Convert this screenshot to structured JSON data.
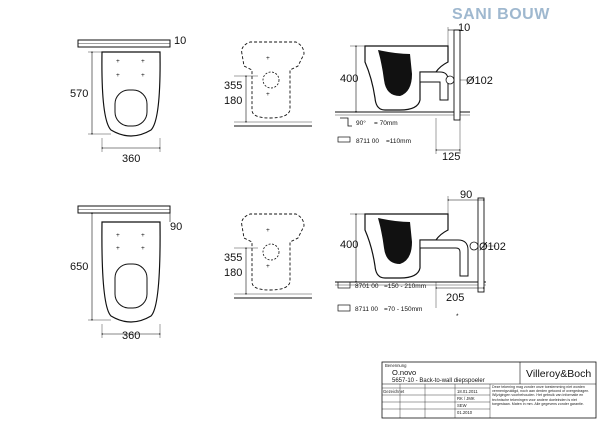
{
  "logo": {
    "text": "SANI BOUW",
    "color": "#9fb8cf"
  },
  "top_row": {
    "front_width": "360",
    "front_height": "570",
    "front_top_gap": "10",
    "side_height_1": "355",
    "side_height_2": "180",
    "section_height": "400",
    "section_top_gap": "10",
    "pipe_diameter": "Ø102",
    "section_depth": "125",
    "angle_label": "90°",
    "angle_value": "=      70mm",
    "part_code": "8711 00",
    "part_value": "=110mm"
  },
  "bottom_row": {
    "front_width": "360",
    "front_height": "650",
    "front_top_gap": "90",
    "side_height_1": "355",
    "side_height_2": "180",
    "section_height": "400",
    "section_top_gap": "90",
    "pipe_diameter": "Ø102",
    "section_depth": "205",
    "part_code_1": "8701 00",
    "part_value_1": "=150 - 210mm",
    "part_code_2": "8711 00",
    "part_value_2": "=70 -  150mm",
    "asterisk": "*"
  },
  "title_block": {
    "header_label": "Benennung",
    "product": "O.novo",
    "description": "5657-10 - Back-to-wall diepspoeler",
    "brand": "Villeroy&Boch",
    "rows": [
      {
        "label": "Gezeichnet",
        "value": "18.01.2011"
      },
      {
        "label": "",
        "value": "RK / JMK"
      },
      {
        "label": "",
        "value": "SEW"
      },
      {
        "label": "",
        "value": "01.2010"
      }
    ],
    "disclaimer": "Deze tekening mag zonder onze toestemming niet worden vermenigvuldigd, noch aan derden getoond of overgedragen. Wijzigingen voorbehouden. Het gebruik van informatie en technische tekeningen voor andere doeleinden is niet toegestaan. Maten in mm. Alle gegevens zonder garantie."
  }
}
